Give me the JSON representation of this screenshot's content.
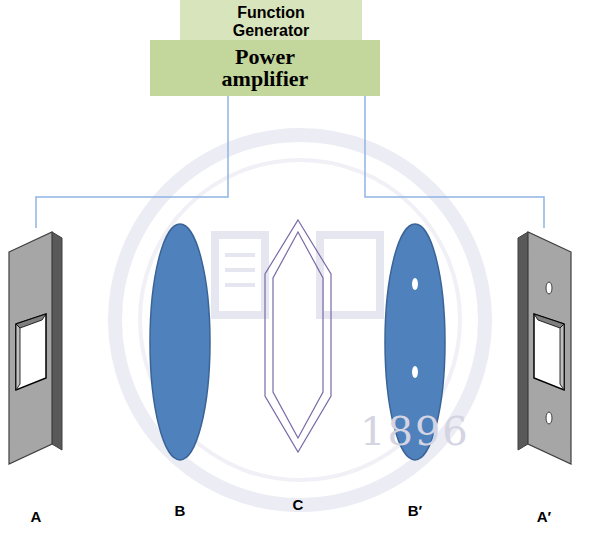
{
  "diagram": {
    "nodes": [
      {
        "text": [
          "Function Generator"
        ]
      },
      {
        "text": [
          "Power amplifier"
        ]
      },
      {
        "text": [
          "A"
        ]
      },
      {
        "text": [
          "B"
        ]
      },
      {
        "text": [
          "C"
        ]
      },
      {
        "text": [
          "B′"
        ]
      },
      {
        "text": [
          "A′"
        ]
      }
    ],
    "edges": [
      {
        "from": 1,
        "to": 2,
        "arrow": "none"
      },
      {
        "from": 1,
        "to": 6,
        "arrow": "none"
      }
    ],
    "labels": [
      "1896"
    ]
  }
}
